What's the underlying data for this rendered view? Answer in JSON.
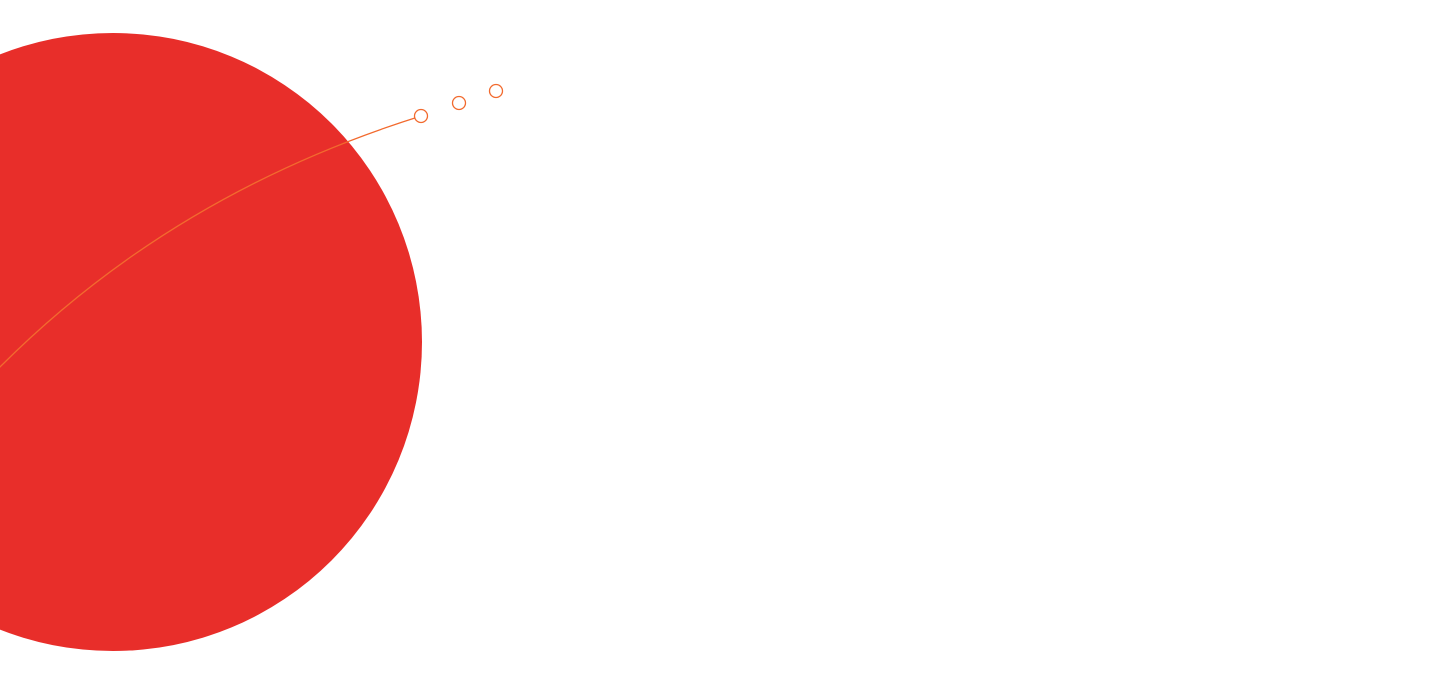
{
  "colors": {
    "background": "#ffffff",
    "circle_fill": "#e82e2a",
    "accent_stroke": "#f26a2e"
  },
  "decoration": {
    "large_circle": "red-disc",
    "trail_line": "orbit-curve",
    "trail_dots": [
      "ring-dot",
      "ring-dot",
      "ring-dot"
    ]
  }
}
